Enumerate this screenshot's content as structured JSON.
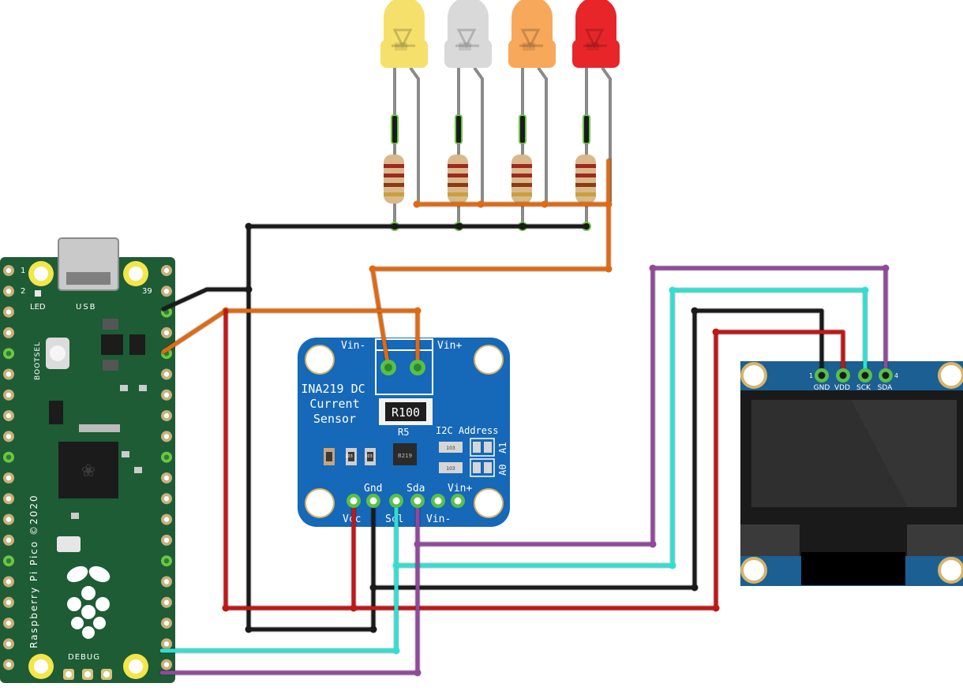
{
  "pico": {
    "pin_1": "1",
    "pin_2": "2",
    "pin_39": "39",
    "led_label": "LED",
    "usb_label": "USB",
    "bootsel_label": "BOOTSEL",
    "brand_label": "Raspberry Pi Pico ©2020",
    "debug_label": "DEBUG"
  },
  "ina219": {
    "title_line1": "INA219 DC",
    "title_line2": "Current",
    "title_line3": "Sensor",
    "vin_minus_top": "Vin-",
    "vin_plus_top": "Vin+",
    "shunt_label": "R100",
    "r5_label": "R5",
    "chip_label": "B219",
    "i2c_label": "I2C Address",
    "a1_label": "A1",
    "a0_label": "A0",
    "gnd_label": "Gnd",
    "sda_label": "Sda",
    "vin_plus_bottom": "Vin+",
    "vcc_label": "Vcc",
    "scl_label": "Scl",
    "vin_minus_bottom": "Vin-",
    "smd_label": "103"
  },
  "oled": {
    "pin_1": "1",
    "pin_4": "4",
    "gnd_label": "GND",
    "vdd_label": "VDD",
    "sck_label": "SCK",
    "sda_label": "SDA"
  },
  "leds": [
    {
      "color": "yellow",
      "fill": "#f5e06b"
    },
    {
      "color": "white",
      "fill": "#d9d9d9"
    },
    {
      "color": "orange",
      "fill": "#f7a85a"
    },
    {
      "color": "red",
      "fill": "#e8262a"
    }
  ],
  "wire_colors": {
    "black": "#1a1a1a",
    "red": "#c01717",
    "orange": "#e06a12",
    "purple": "#8f4a9a",
    "cyan": "#2ee0d2",
    "board_green": "#1d5c35",
    "sensor_blue": "#1668b8"
  }
}
